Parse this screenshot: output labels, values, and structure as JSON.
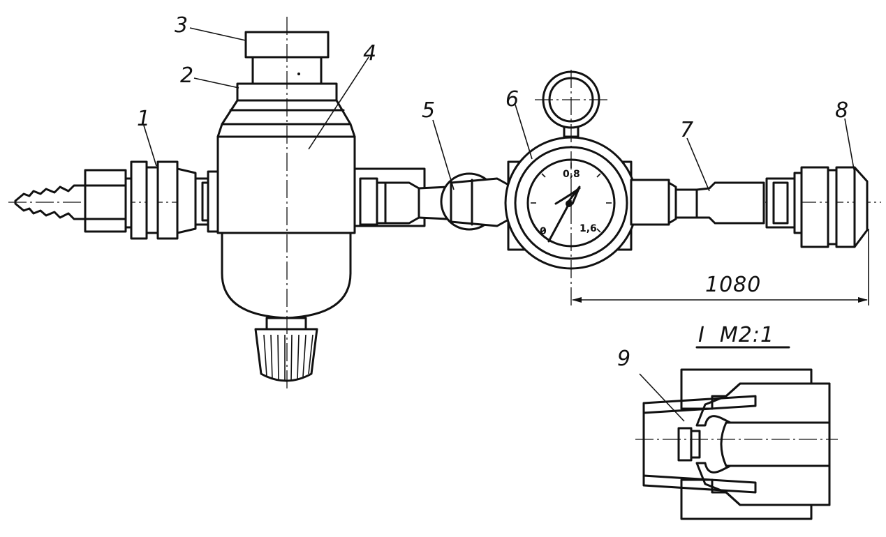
{
  "callouts": [
    "1",
    "2",
    "3",
    "4",
    "5",
    "6",
    "7",
    "8",
    "9"
  ],
  "gauge": {
    "scale_low": "0",
    "scale_mid": "0,8",
    "scale_high": "1,6"
  },
  "dimension": "1080",
  "detail_title": "I  M2:1"
}
